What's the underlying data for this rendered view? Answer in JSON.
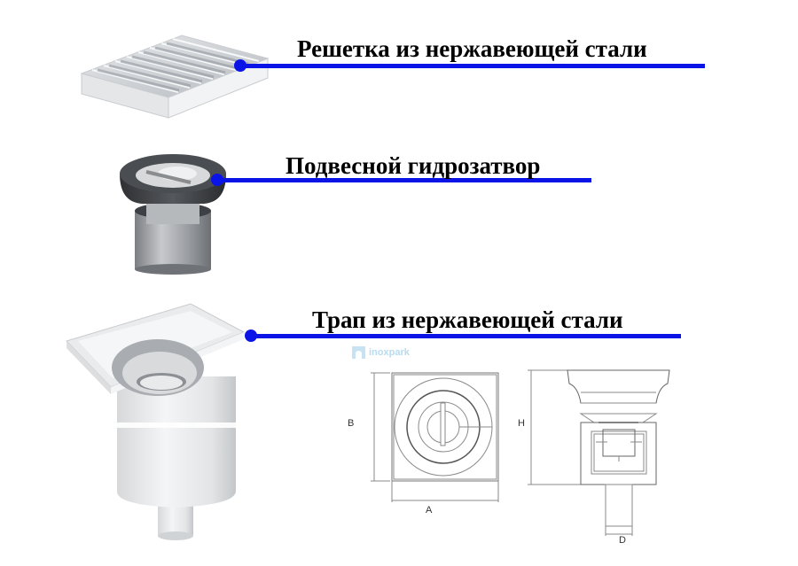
{
  "components": [
    {
      "id": "grate",
      "label": "Решетка из нержавеющей стали"
    },
    {
      "id": "water-seal",
      "label": "Подвесной гидрозатвор"
    },
    {
      "id": "drain",
      "label": "Трап из нержавеющей стали"
    }
  ],
  "watermark": {
    "text": "inoxpark"
  },
  "drawings": {
    "top_view": {
      "width_label": "A",
      "height_label": "B"
    },
    "side_view": {
      "height_label": "H",
      "diameter_label": "D"
    }
  },
  "colors": {
    "leader": "#0a14e6",
    "text": "#000000",
    "drawing": "#8a8a8a"
  }
}
